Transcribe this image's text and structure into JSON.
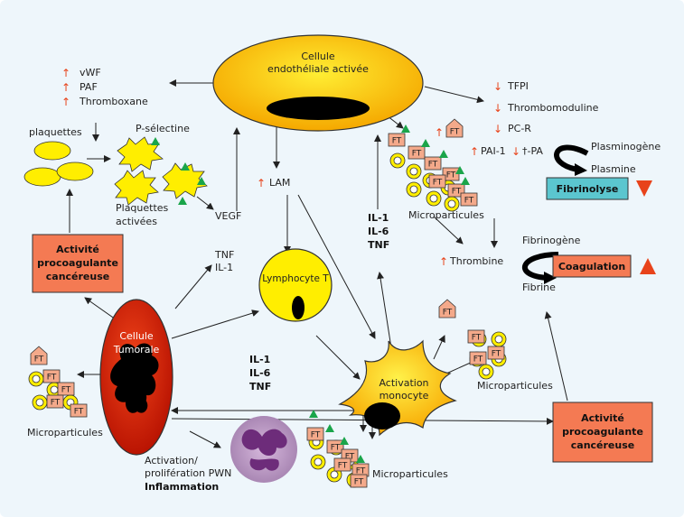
{
  "labels": {
    "cell_endo_1": "Cellule",
    "cell_endo_2": "endothéliale activée",
    "vwf": "vWF",
    "paf": "PAF",
    "thromboxane": "Thromboxane",
    "plaquettes": "plaquettes",
    "p_selectine": "P-sélectine",
    "plaquettes_activees_1": "Plaquettes",
    "plaquettes_activees_2": "activées",
    "vegf": "VEGF",
    "tnf": "TNF",
    "il1": "IL-1",
    "lam": "LAM",
    "lymphocyte": "Lymphocyte T",
    "cellule_tumorale_1": "Cellule",
    "cellule_tumorale_2": "Tumorale",
    "activite_1": "Activité",
    "activite_2": "procoagulante",
    "activite_3": "cancéreuse",
    "ft": "FT",
    "microparticules": "Microparticules",
    "cyt_il1": "IL-1",
    "cyt_il6": "IL-6",
    "cyt_tnf": "TNF",
    "activation_monocyte_1": "Activation",
    "activation_monocyte_2": "monocyte",
    "activation_prolif_1": "Activation/",
    "activation_prolif_2": "prolifération PWN",
    "inflammation": "Inflammation",
    "tfpi": "TFPI",
    "thrombomoduline": "Thrombomoduline",
    "pcr": "PC-R",
    "pai1": "PAI-1",
    "tpa": "†-PA",
    "plasminogene": "Plasminogène",
    "plasmine": "Plasmine",
    "fibrinolyse": "Fibrinolyse",
    "thrombine": "Thrombine",
    "fibrinogene": "Fibrinogène",
    "fibrine": "Fibrine",
    "coagulation": "Coagulation"
  },
  "colors": {
    "background": "#eef6fb",
    "yellow": "#ffee00",
    "ft_box": "#f4a98a",
    "green": "#1aa54a",
    "red": "#e8431b",
    "fibrinolyse_box": "#5bc6cf",
    "tumor": "#d81e05"
  }
}
